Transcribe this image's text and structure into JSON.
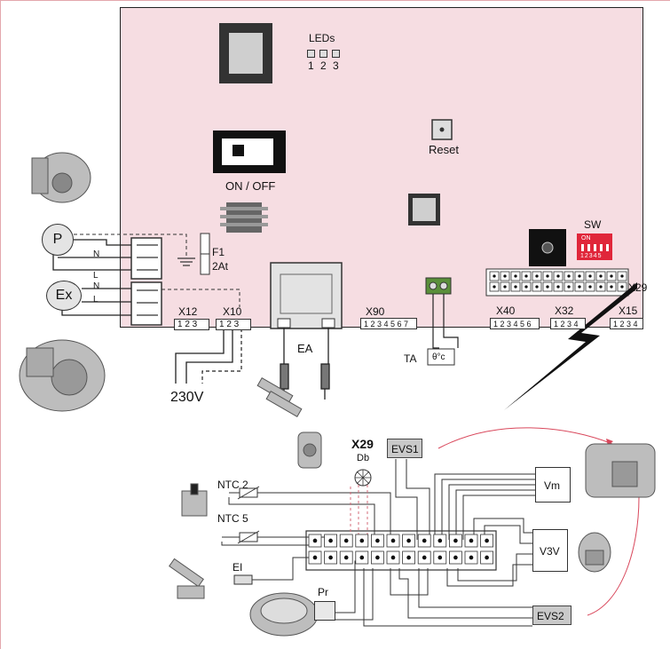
{
  "board": {
    "leds_label": "LEDs",
    "led_numbers": [
      "1",
      "2",
      "3"
    ],
    "onoff_label": "ON / OFF",
    "reset_label": "Reset",
    "fuse_label": "F1",
    "fuse_rating": "2At",
    "sw_label": "SW",
    "sw_on": "ON",
    "sw_numbers": "12345"
  },
  "connectors": {
    "x12": {
      "label": "X12",
      "pins": "1  2  3"
    },
    "x10": {
      "label": "X10",
      "pins": "1  2  3"
    },
    "x90": {
      "label": "X90",
      "pins": "1 2 3 4 5 6 7"
    },
    "x40": {
      "label": "X40",
      "pins": "1 2 3 4 5 6"
    },
    "x32": {
      "label": "X32",
      "pins": "1 2 3  4"
    },
    "x15": {
      "label": "X15",
      "pins": "1 2 3  4"
    },
    "x29": {
      "label": "X29"
    }
  },
  "components": {
    "pump": "P",
    "fan": "Ex",
    "n1": "N",
    "l1": "L",
    "n2": "N",
    "l2": "L",
    "mains": "230V",
    "ea": "EA",
    "ta": "TA",
    "ta_symbol": "θ°c"
  },
  "wiring": {
    "x29_title": "X29",
    "db": "Db",
    "evs1": "EVS1",
    "evs2": "EVS2",
    "vm": "Vm",
    "v3v": "V3V",
    "ntc2": "NTC 2",
    "ntc5": "NTC 5",
    "ei": "EI",
    "pr": "Pr"
  }
}
